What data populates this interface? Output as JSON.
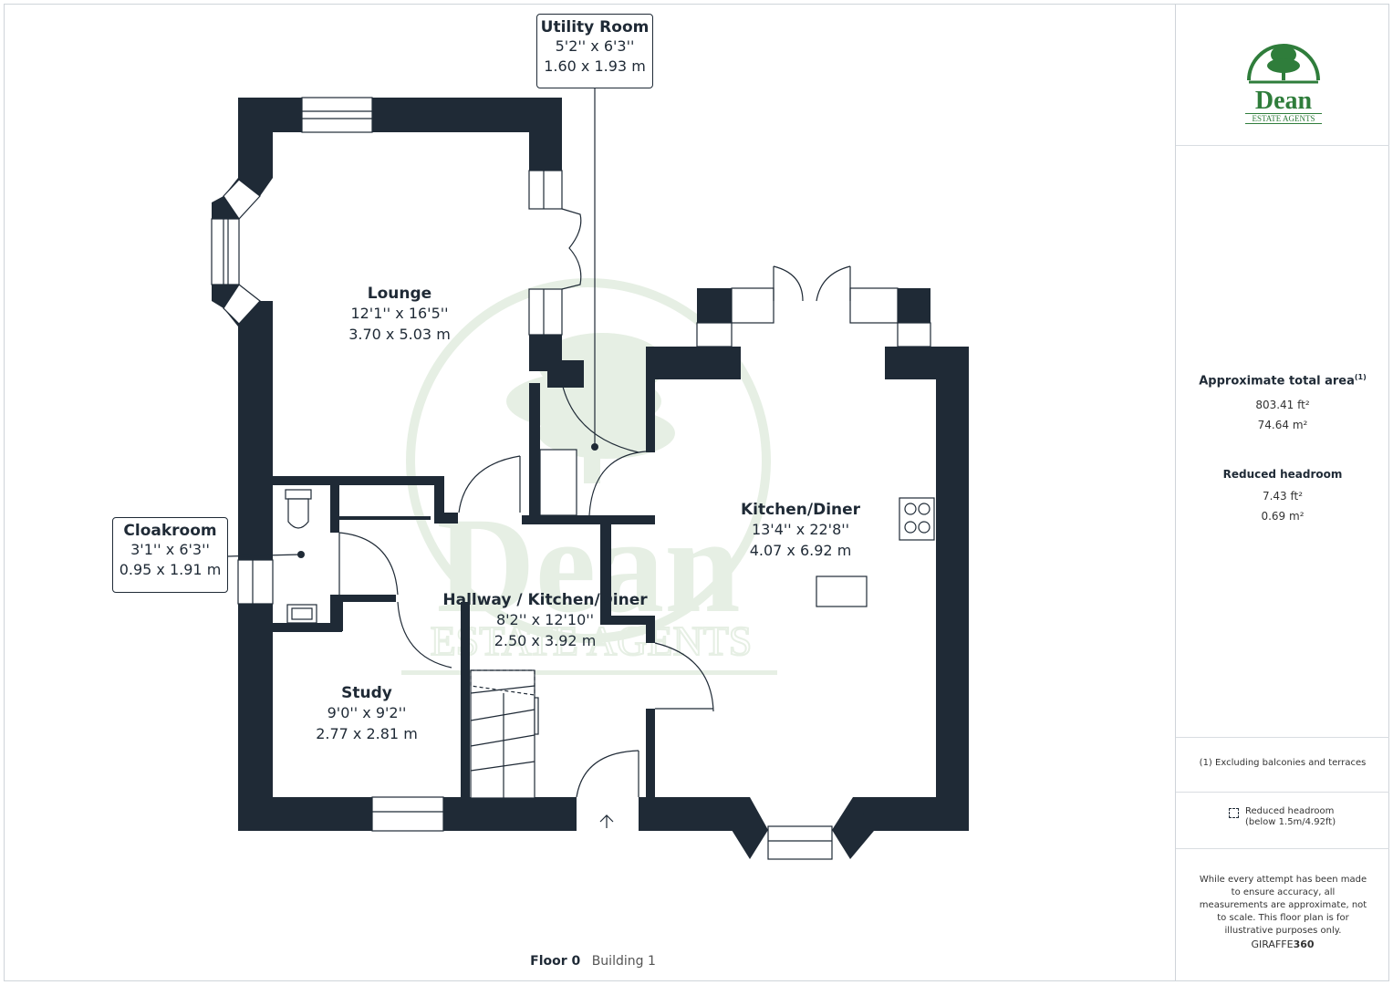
{
  "rooms": {
    "lounge": {
      "name": "Lounge",
      "imperial": "12'1'' x 16'5''",
      "metric": "3.70 x 5.03 m"
    },
    "kitchen": {
      "name": "Kitchen/Diner",
      "imperial": "13'4'' x 22'8''",
      "metric": "4.07 x 6.92 m"
    },
    "hallway": {
      "name": "Hallway / Kitchen/Diner",
      "imperial": "8'2'' x 12'10''",
      "metric": "2.50 x 3.92 m"
    },
    "study": {
      "name": "Study",
      "imperial": "9'0'' x 9'2''",
      "metric": "2.77 x 2.81 m"
    }
  },
  "callouts": {
    "utility": {
      "name": "Utility Room",
      "imperial": "5'2'' x 6'3''",
      "metric": "1.60 x 1.93 m"
    },
    "cloakroom": {
      "name": "Cloakroom",
      "imperial": "3'1'' x 6'3''",
      "metric": "0.95 x 1.91 m"
    }
  },
  "footer": {
    "floor": "Floor 0",
    "building": "Building 1"
  },
  "logo": {
    "brand": "Dean",
    "tagline": "ESTATE AGENTS"
  },
  "watermark": {
    "brand": "Dean",
    "tagline": "ESTATE AGENTS"
  },
  "sidebar": {
    "total_area_label": "Approximate total area",
    "total_area_note": "(1)",
    "total_ft": "803.41 ft²",
    "total_m": "74.64 m²",
    "reduced_label": "Reduced headroom",
    "reduced_ft": "7.43 ft²",
    "reduced_m": "0.69 m²",
    "footnote": "(1) Excluding balconies and terraces",
    "legend_line1": "Reduced headroom",
    "legend_line2": "(below 1.5m/4.92ft)",
    "disclaimer": "While every attempt has been made to ensure accuracy, all measurements are approximate, not to scale. This floor plan is for illustrative purposes only.",
    "credit_prefix": "GIRAFFE",
    "credit_suffix": "360"
  },
  "colors": {
    "wall": "#1f2a36",
    "watermark": "#e6efe4",
    "brand_green": "#2f7d3b",
    "line": "#cfd4d9"
  }
}
